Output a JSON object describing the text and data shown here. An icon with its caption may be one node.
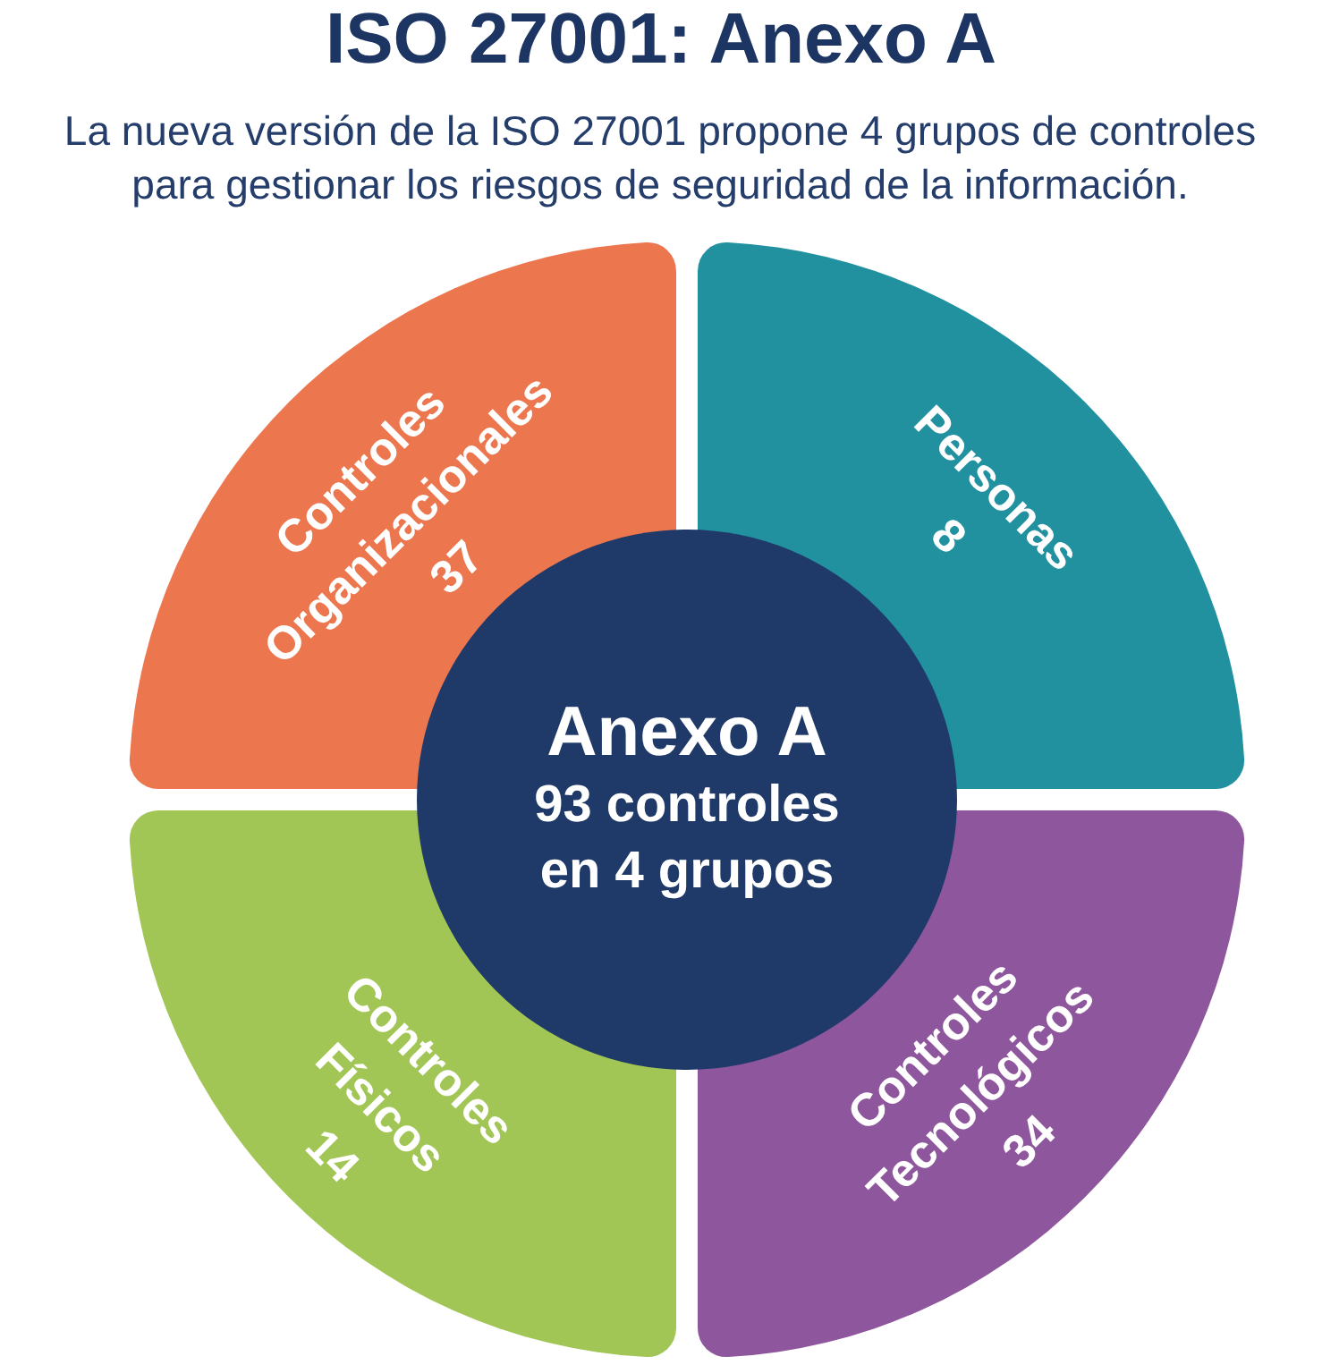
{
  "diagram": {
    "title": "ISO 27001: Anexo A",
    "nodes": [
      {
        "text": [
          "Controles Organizacionales 37"
        ]
      },
      {
        "text": [
          "Personas 8"
        ]
      },
      {
        "text": [
          "Anexo A",
          "93 controles en 4 grupos"
        ]
      },
      {
        "text": [
          "Controles Físicos 14"
        ]
      },
      {
        "text": [
          "Controles Tecnológicos 34"
        ]
      }
    ],
    "labels": [
      "La nueva versión de la ISO 27001 propone 4 grupos de controles para gestionar los riesgos de seguridad de la información."
    ]
  }
}
